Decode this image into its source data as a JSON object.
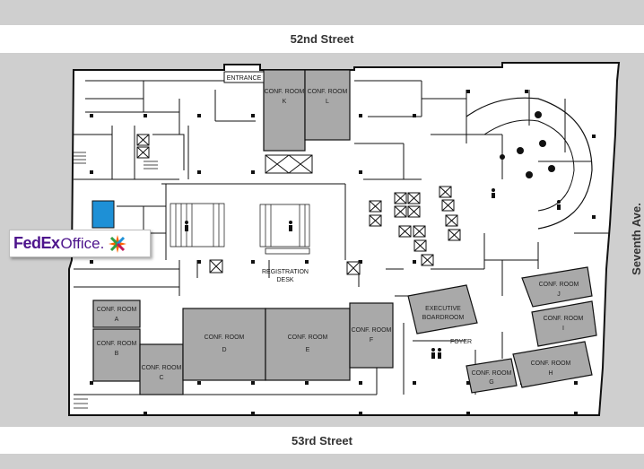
{
  "streets": {
    "north": "52nd Street",
    "south": "53rd Street",
    "east": "Seventh Ave."
  },
  "labels": {
    "entrance": "ENTRANCE",
    "registration_line1": "REGISTRATION",
    "registration_line2": "DESK",
    "foyer": "FOYER"
  },
  "logo": {
    "brand_fed": "Fed",
    "brand_ex": "Ex",
    "brand_office": "Office.",
    "colors": {
      "purple": "#4d148c",
      "orange": "#ff6200"
    }
  },
  "rooms": [
    {
      "id": "K",
      "line1": "CONF. ROOM",
      "line2": "K"
    },
    {
      "id": "L",
      "line1": "CONF. ROOM",
      "line2": "L"
    },
    {
      "id": "A",
      "line1": "CONF. ROOM",
      "line2": "A"
    },
    {
      "id": "B",
      "line1": "CONF. ROOM",
      "line2": "B"
    },
    {
      "id": "C",
      "line1": "CONF. ROOM",
      "line2": "C"
    },
    {
      "id": "D",
      "line1": "CONF. ROOM",
      "line2": "D"
    },
    {
      "id": "E",
      "line1": "CONF. ROOM",
      "line2": "E"
    },
    {
      "id": "F",
      "line1": "CONF. ROOM",
      "line2": "F"
    },
    {
      "id": "EB",
      "line1": "EXECUTIVE",
      "line2": "BOARDROOM"
    },
    {
      "id": "J",
      "line1": "CONF. ROOM",
      "line2": "J"
    },
    {
      "id": "I",
      "line1": "CONF. ROOM",
      "line2": "I"
    },
    {
      "id": "H",
      "line1": "CONF. ROOM",
      "line2": "H"
    },
    {
      "id": "G",
      "line1": "CONF. ROOM",
      "line2": "G"
    }
  ],
  "colors": {
    "room_fill": "#a9a9a9",
    "wall": "#111111",
    "floor": "#ffffff",
    "highlight": "#1e90d6",
    "background": "#cfcfcf"
  }
}
